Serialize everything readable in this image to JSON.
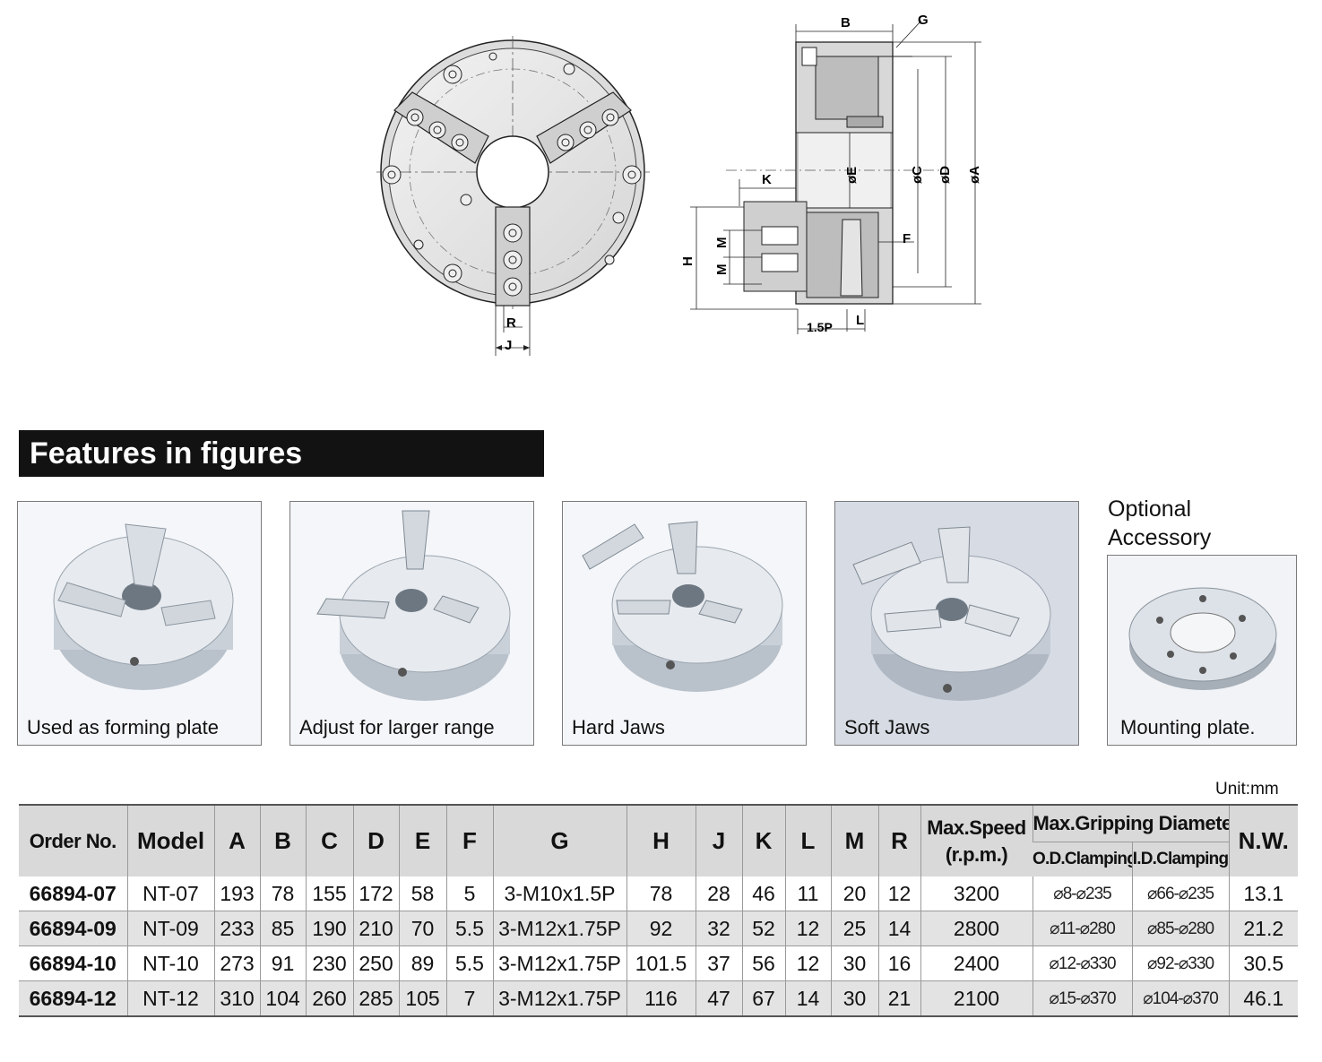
{
  "front_view": {
    "dim_R": "R",
    "dim_J": "J"
  },
  "side_view": {
    "dim_B": "B",
    "dim_G": "G",
    "dim_K": "K",
    "dim_E": "øE",
    "dim_C": "øC",
    "dim_D": "øD",
    "dim_A": "øA",
    "dim_H": "H",
    "dim_M1": "M",
    "dim_M2": "M",
    "dim_F": "F",
    "dim_L": "L",
    "dim_P": "1.5P"
  },
  "features": {
    "title": "Features in figures",
    "tiles": [
      {
        "caption": "Used as forming plate"
      },
      {
        "caption": "Adjust for larger range"
      },
      {
        "caption": "Hard Jaws"
      },
      {
        "caption": "Soft Jaws"
      },
      {
        "caption": "Mounting plate."
      }
    ],
    "optional_line1": "Optional",
    "optional_line2": "Accessory"
  },
  "table": {
    "unit": "Unit:mm",
    "headers": {
      "order": "Order No.",
      "model": "Model",
      "A": "A",
      "B": "B",
      "C": "C",
      "D": "D",
      "E": "E",
      "F": "F",
      "G": "G",
      "H": "H",
      "J": "J",
      "K": "K",
      "L": "L",
      "M": "M",
      "R": "R",
      "speed_line1": "Max.Speed",
      "speed_line2": "(r.p.m.)",
      "grip": "Max.Gripping Diameter",
      "od": "O.D.Clamping",
      "id": "I.D.Clamping",
      "nw": "N.W."
    },
    "rows": [
      {
        "order": "66894-07",
        "model": "NT-07",
        "A": "193",
        "B": "78",
        "C": "155",
        "D": "172",
        "E": "58",
        "F": "5",
        "G": "3-M10x1.5P",
        "H": "78",
        "J": "28",
        "K": "46",
        "L": "11",
        "M": "20",
        "R": "12",
        "speed": "3200",
        "od": "⌀8-⌀235",
        "id": "⌀66-⌀235",
        "nw": "13.1"
      },
      {
        "order": "66894-09",
        "model": "NT-09",
        "A": "233",
        "B": "85",
        "C": "190",
        "D": "210",
        "E": "70",
        "F": "5.5",
        "G": "3-M12x1.75P",
        "H": "92",
        "J": "32",
        "K": "52",
        "L": "12",
        "M": "25",
        "R": "14",
        "speed": "2800",
        "od": "⌀11-⌀280",
        "id": "⌀85-⌀280",
        "nw": "21.2"
      },
      {
        "order": "66894-10",
        "model": "NT-10",
        "A": "273",
        "B": "91",
        "C": "230",
        "D": "250",
        "E": "89",
        "F": "5.5",
        "G": "3-M12x1.75P",
        "H": "101.5",
        "J": "37",
        "K": "56",
        "L": "12",
        "M": "30",
        "R": "16",
        "speed": "2400",
        "od": "⌀12-⌀330",
        "id": "⌀92-⌀330",
        "nw": "30.5"
      },
      {
        "order": "66894-12",
        "model": "NT-12",
        "A": "310",
        "B": "104",
        "C": "260",
        "D": "285",
        "E": "105",
        "F": "7",
        "G": "3-M12x1.75P",
        "H": "116",
        "J": "47",
        "K": "67",
        "L": "14",
        "M": "30",
        "R": "21",
        "speed": "2100",
        "od": "⌀15-⌀370",
        "id": "⌀104-⌀370",
        "nw": "46.1"
      }
    ]
  }
}
